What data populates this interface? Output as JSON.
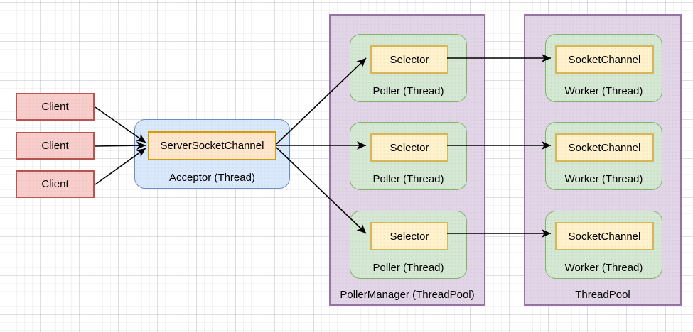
{
  "clients": [
    {
      "label": "Client"
    },
    {
      "label": "Client"
    },
    {
      "label": "Client"
    }
  ],
  "acceptor": {
    "channel_label": "ServerSocketChannel",
    "label": "Acceptor (Thread)"
  },
  "poller_manager": {
    "label": "PollerManager (ThreadPool)",
    "pollers": [
      {
        "selector_label": "Selector",
        "label": "Poller (Thread)"
      },
      {
        "selector_label": "Selector",
        "label": "Poller (Thread)"
      },
      {
        "selector_label": "Selector",
        "label": "Poller (Thread)"
      }
    ]
  },
  "thread_pool": {
    "label": "ThreadPool",
    "workers": [
      {
        "channel_label": "SocketChannel",
        "label": "Worker (Thread)"
      },
      {
        "channel_label": "SocketChannel",
        "label": "Worker (Thread)"
      },
      {
        "channel_label": "SocketChannel",
        "label": "Worker (Thread)"
      }
    ]
  },
  "connections": [
    {
      "from": "Client 1",
      "to": "ServerSocketChannel"
    },
    {
      "from": "Client 2",
      "to": "ServerSocketChannel"
    },
    {
      "from": "Client 3",
      "to": "ServerSocketChannel"
    },
    {
      "from": "ServerSocketChannel",
      "to": "Selector 1"
    },
    {
      "from": "ServerSocketChannel",
      "to": "Selector 2"
    },
    {
      "from": "ServerSocketChannel",
      "to": "Selector 3"
    },
    {
      "from": "Selector 1",
      "to": "SocketChannel 1"
    },
    {
      "from": "Selector 2",
      "to": "SocketChannel 2"
    },
    {
      "from": "Selector 3",
      "to": "SocketChannel 3"
    }
  ],
  "colors": {
    "client_fill": "#f8cecc",
    "client_border": "#b85450",
    "acceptor_fill": "#dae8fc",
    "acceptor_border": "#6c8ebf",
    "channel_fill": "#ffe6cc",
    "channel_border": "#d79b00",
    "pool_fill": "#e1d5e7",
    "pool_border": "#9673a6",
    "thread_fill": "#d5e8d4",
    "thread_border": "#82b366",
    "selector_fill": "#fff2cc",
    "selector_border": "#d6b656",
    "arrow": "#000000"
  }
}
